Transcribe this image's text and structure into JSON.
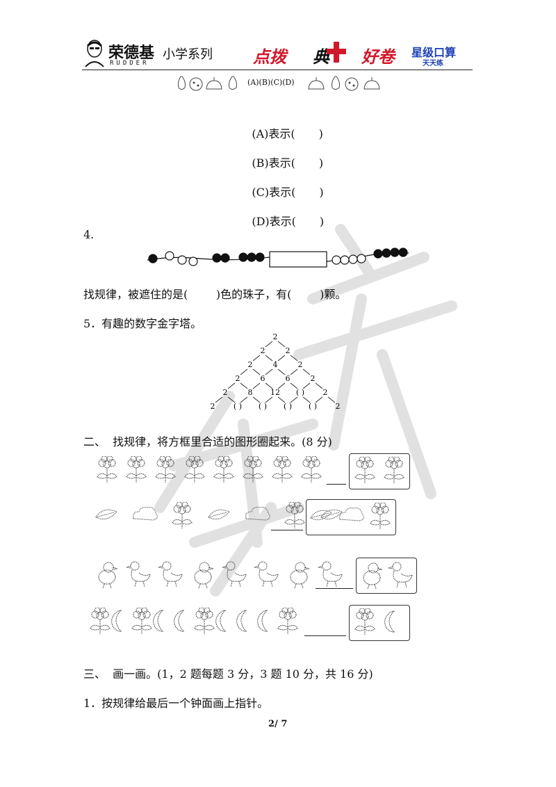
{
  "header": {
    "brand": "荣德基",
    "brand_sub": "RUDDER",
    "series": "小学系列",
    "logo1": "点拨",
    "logo2": "典",
    "logo3": "好卷",
    "logo4": "星级口算",
    "logo4_sub": "天天练"
  },
  "legend": {
    "text": "(A)(B)(C)(D)"
  },
  "q3_answers": [
    {
      "label": "(A)表示(",
      "close": ")"
    },
    {
      "label": "(B)表示(",
      "close": ")"
    },
    {
      "label": "(C)表示(",
      "close": ")"
    },
    {
      "label": "(D)表示(",
      "close": ")"
    }
  ],
  "q4": {
    "number": "4.",
    "question": "找规律，被遮住的是(        )色的珠子，有(        )颗。",
    "beads_left": [
      "black",
      "white",
      "white",
      "white",
      "black",
      "black",
      "black",
      "black",
      "black",
      "black"
    ],
    "beads_right": [
      "white",
      "white",
      "white",
      "white",
      "black",
      "black",
      "black",
      "black"
    ]
  },
  "q5": {
    "title": "5．有趣的数字金字塔。",
    "rows": [
      [
        "2"
      ],
      [
        "2",
        "2"
      ],
      [
        "2",
        "4",
        "2"
      ],
      [
        "2",
        "6",
        "6",
        "2"
      ],
      [
        "2",
        "8",
        "12",
        "(   )",
        "2"
      ],
      [
        "2",
        "(   )",
        "(   )",
        "(   )",
        "(   )",
        "2"
      ]
    ]
  },
  "section2": {
    "title": "二、  找规律，将方框里合适的图形圈起来。(8 分)",
    "rows": [
      {
        "sequence": [
          "flower",
          "flower",
          "flower",
          "flower",
          "flower",
          "flower",
          "flower",
          "flower"
        ],
        "options": [
          "flower",
          "flower"
        ]
      },
      {
        "sequence": [
          "leaf",
          "cloud",
          "flower",
          "leaf",
          "cloud",
          "flower",
          "leaf"
        ],
        "options": [
          "leaf",
          "cloud",
          "flower"
        ]
      },
      {
        "sequence": [
          "chick",
          "duck",
          "duck",
          "chick",
          "duck",
          "duck",
          "chick",
          "duck"
        ],
        "options": [
          "chick",
          "duck"
        ]
      },
      {
        "sequence": [
          "flower",
          "moon",
          "flower",
          "moon",
          "moon",
          "flower",
          "moon",
          "moon",
          "moon",
          "flower"
        ],
        "options": [
          "flower",
          "moon"
        ]
      }
    ]
  },
  "section3": {
    "title": "三、  画一画。(1，2 题每题 3 分，3 题 10 分，共 16 分)",
    "q1": "1．按规律给最后一个钟面画上指针。"
  },
  "footer": {
    "page": "2/ 7"
  }
}
